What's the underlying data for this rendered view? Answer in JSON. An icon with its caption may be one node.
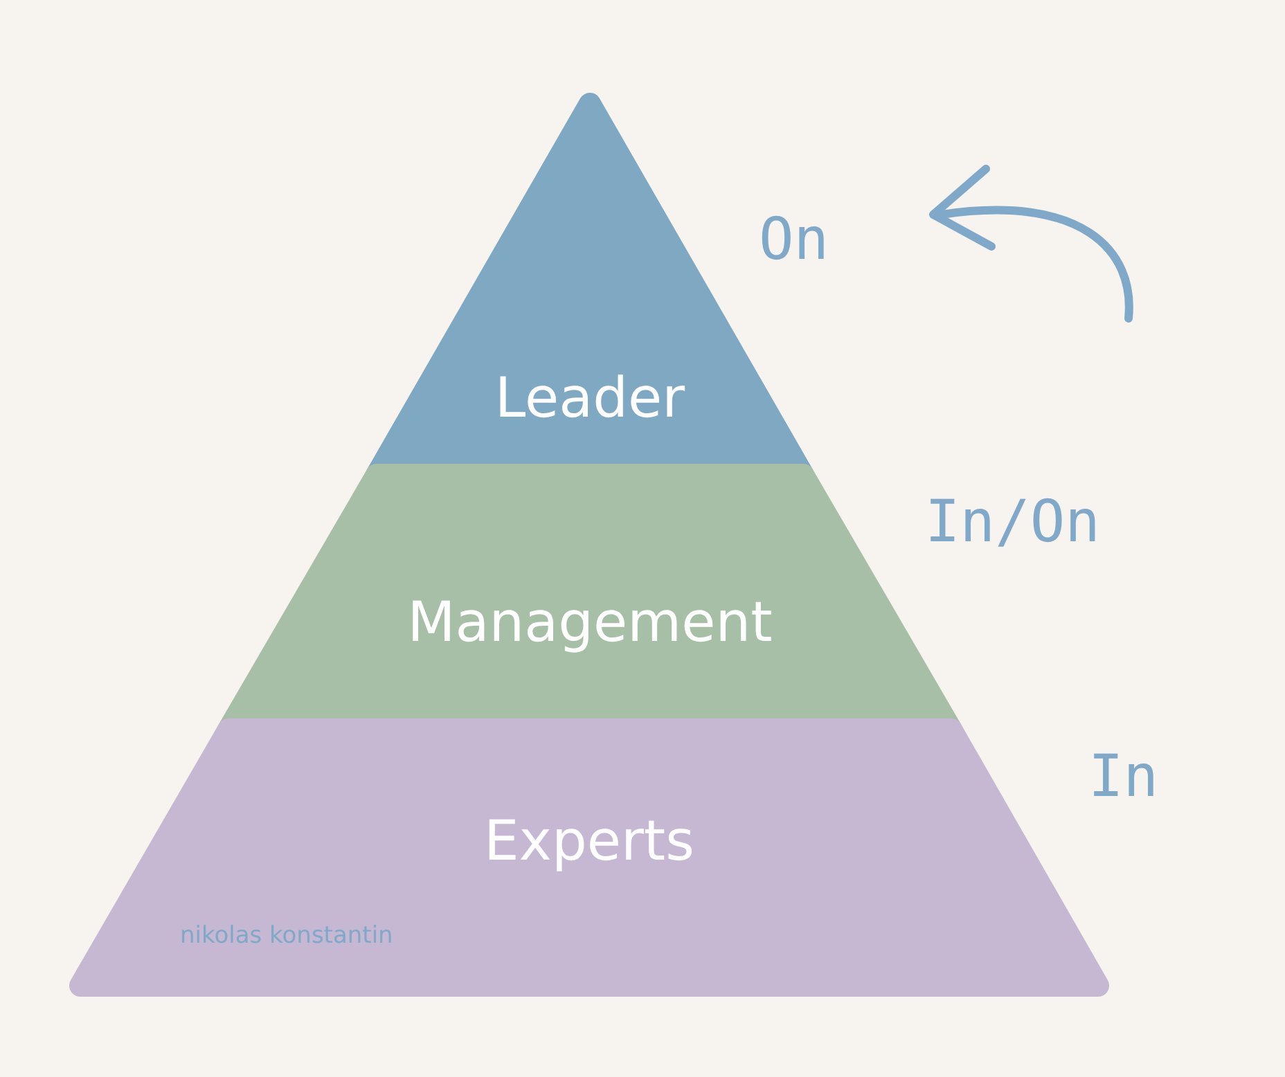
{
  "diagram": {
    "nodes": [
      {
        "text": [
          "Leader"
        ],
        "beside": [
          "On"
        ]
      },
      {
        "text": [
          "Management"
        ],
        "beside": [
          "In/On"
        ]
      },
      {
        "text": [
          "Experts"
        ],
        "beside": [
          "In"
        ]
      }
    ],
    "labels": [
      "nikolas konstantin"
    ]
  }
}
